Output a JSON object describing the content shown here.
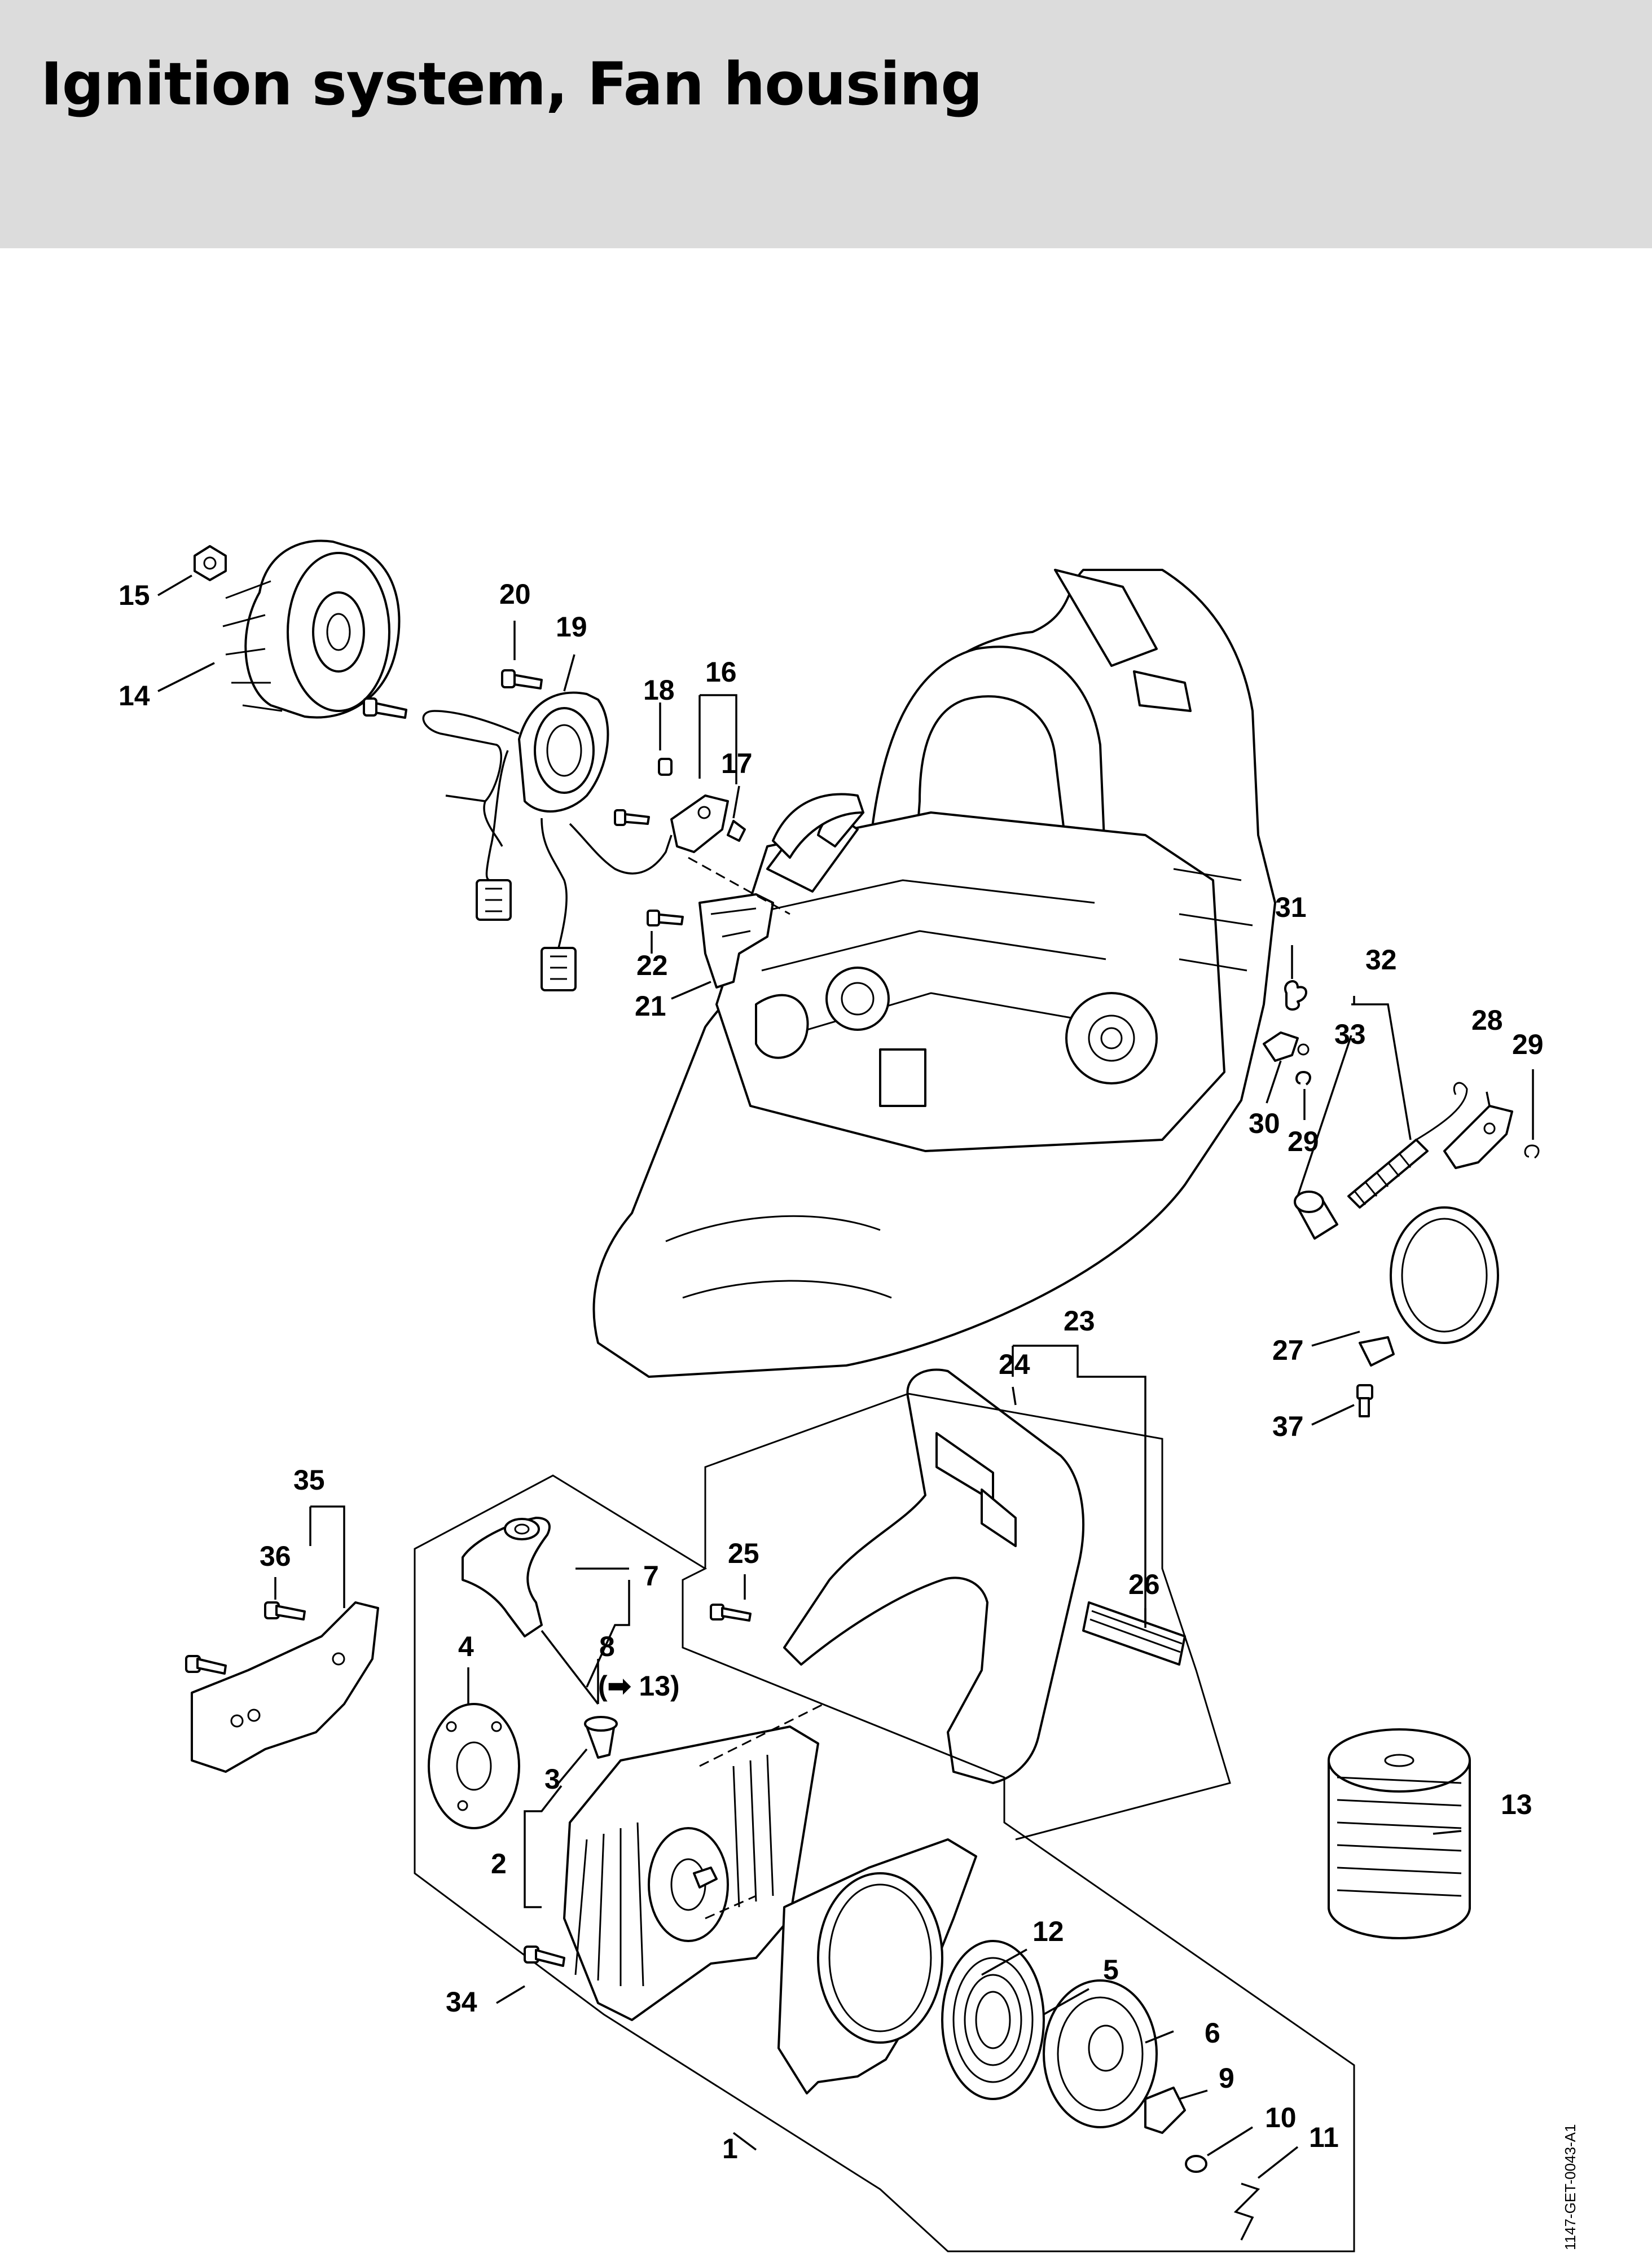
{
  "header": {
    "title": "Ignition system, Fan housing",
    "background": "#dcdcdc"
  },
  "callouts": [
    {
      "id": "1",
      "text": "1"
    },
    {
      "id": "2",
      "text": "2"
    },
    {
      "id": "3",
      "text": "3"
    },
    {
      "id": "4",
      "text": "4"
    },
    {
      "id": "5",
      "text": "5"
    },
    {
      "id": "6",
      "text": "6"
    },
    {
      "id": "7",
      "text": "7"
    },
    {
      "id": "8",
      "text": "8"
    },
    {
      "id": "8-ref",
      "text": "(➡ 13)"
    },
    {
      "id": "9",
      "text": "9"
    },
    {
      "id": "10",
      "text": "10"
    },
    {
      "id": "11",
      "text": "11"
    },
    {
      "id": "12",
      "text": "12"
    },
    {
      "id": "13",
      "text": "13"
    },
    {
      "id": "14",
      "text": "14"
    },
    {
      "id": "15",
      "text": "15"
    },
    {
      "id": "16",
      "text": "16"
    },
    {
      "id": "17",
      "text": "17"
    },
    {
      "id": "18",
      "text": "18"
    },
    {
      "id": "19",
      "text": "19"
    },
    {
      "id": "20",
      "text": "20"
    },
    {
      "id": "21",
      "text": "21"
    },
    {
      "id": "22",
      "text": "22"
    },
    {
      "id": "23",
      "text": "23"
    },
    {
      "id": "24",
      "text": "24"
    },
    {
      "id": "25",
      "text": "25"
    },
    {
      "id": "26",
      "text": "26"
    },
    {
      "id": "27",
      "text": "27"
    },
    {
      "id": "28",
      "text": "28"
    },
    {
      "id": "29a",
      "text": "29"
    },
    {
      "id": "29b",
      "text": "29"
    },
    {
      "id": "30",
      "text": "30"
    },
    {
      "id": "31",
      "text": "31"
    },
    {
      "id": "32",
      "text": "32"
    },
    {
      "id": "33",
      "text": "33"
    },
    {
      "id": "34",
      "text": "34"
    },
    {
      "id": "35",
      "text": "35"
    },
    {
      "id": "36",
      "text": "36"
    },
    {
      "id": "37",
      "text": "37"
    }
  ],
  "document_code": "1147-GET-0043-A1"
}
